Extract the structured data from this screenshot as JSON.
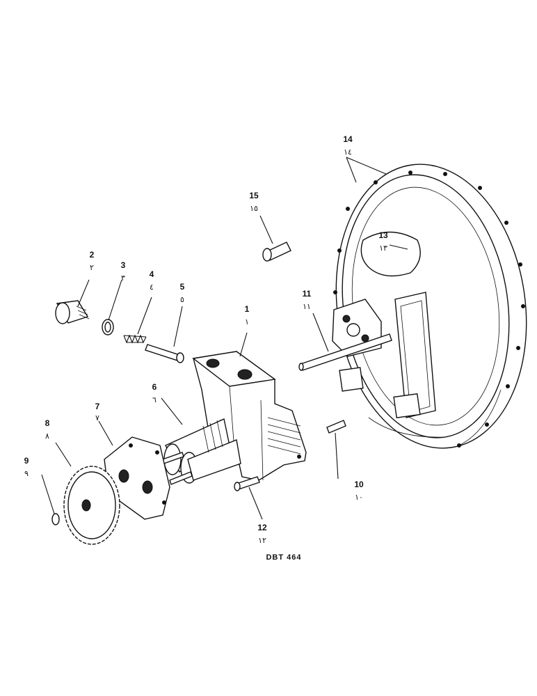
{
  "drawing_ref": "DBT 464",
  "callouts": [
    {
      "id": "1",
      "number": "1",
      "alt": "١"
    },
    {
      "id": "2",
      "number": "2",
      "alt": "٢"
    },
    {
      "id": "3",
      "number": "3",
      "alt": "٣"
    },
    {
      "id": "4",
      "number": "4",
      "alt": "٤"
    },
    {
      "id": "5",
      "number": "5",
      "alt": "٥"
    },
    {
      "id": "6",
      "number": "6",
      "alt": "٦"
    },
    {
      "id": "7",
      "number": "7",
      "alt": "٧"
    },
    {
      "id": "8",
      "number": "8",
      "alt": "٨"
    },
    {
      "id": "9",
      "number": "9",
      "alt": "٩"
    },
    {
      "id": "10",
      "number": "10",
      "alt": "١٠"
    },
    {
      "id": "11",
      "number": "11",
      "alt": "١١"
    },
    {
      "id": "12",
      "number": "12",
      "alt": "١٢"
    },
    {
      "id": "13",
      "number": "13",
      "alt": "١٣"
    },
    {
      "id": "14",
      "number": "14",
      "alt": "١٤"
    },
    {
      "id": "15",
      "number": "15",
      "alt": "١٥"
    }
  ]
}
